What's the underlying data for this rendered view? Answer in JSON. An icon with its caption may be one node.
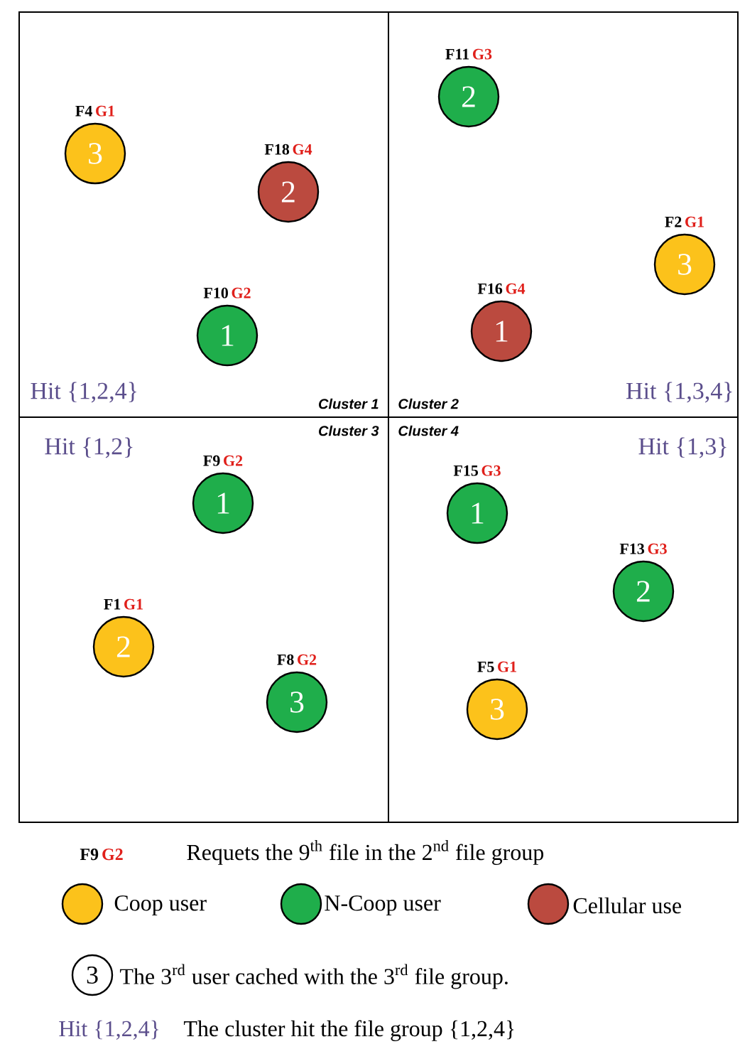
{
  "diagram": {
    "nodes": [
      {
        "text": [
          "Cluster 1",
          "Hit {1,2,4}"
        ]
      },
      {
        "text": [
          "3"
        ],
        "beside": [
          "F4",
          "G1"
        ],
        "in": 0
      },
      {
        "text": [
          "2"
        ],
        "beside": [
          "F18",
          "G4"
        ],
        "in": 0
      },
      {
        "text": [
          "1"
        ],
        "beside": [
          "F10",
          "G2"
        ],
        "in": 0
      },
      {
        "text": [
          "Cluster 2",
          "Hit {1,3,4}"
        ]
      },
      {
        "text": [
          "2"
        ],
        "beside": [
          "F11",
          "G3"
        ],
        "in": 4
      },
      {
        "text": [
          "3"
        ],
        "beside": [
          "F2",
          "G1"
        ],
        "in": 4
      },
      {
        "text": [
          "1"
        ],
        "beside": [
          "F16",
          "G4"
        ],
        "in": 4
      },
      {
        "text": [
          "Hit {1,2}",
          "Cluster 3"
        ]
      },
      {
        "text": [
          "1"
        ],
        "beside": [
          "F9",
          "G2"
        ],
        "in": 8
      },
      {
        "text": [
          "2"
        ],
        "beside": [
          "F1",
          "G1"
        ],
        "in": 8
      },
      {
        "text": [
          "3"
        ],
        "beside": [
          "F8",
          "G2"
        ],
        "in": 8
      },
      {
        "text": [
          "Cluster 4",
          "Hit {1,3}"
        ]
      },
      {
        "text": [
          "1"
        ],
        "beside": [
          "F15",
          "G3"
        ],
        "in": 12
      },
      {
        "text": [
          "2"
        ],
        "beside": [
          "F13",
          "G3"
        ],
        "in": 12
      },
      {
        "text": [
          "3"
        ],
        "beside": [
          "F5",
          "G1"
        ],
        "in": 12
      },
      {
        "text": [
          "3"
        ]
      }
    ],
    "labels": [
      "F9",
      "G2",
      "Requets the 9$^{th}$ file in the 2$^{nd}$ file group",
      "The 3$^{rd}$ user cached with the 3$^{rd}$ file group.",
      "Hit {1,2,4}",
      "The cluster hit the file group {1,2,4}"
    ],
    "legend": [
      {
        "text": "Coop user",
        "color": "#fcc21b"
      },
      {
        "text": "N-Coop user",
        "color": "#1fae4b"
      },
      {
        "text": "Cellular use",
        "color": "#bb4a3f"
      }
    ]
  }
}
